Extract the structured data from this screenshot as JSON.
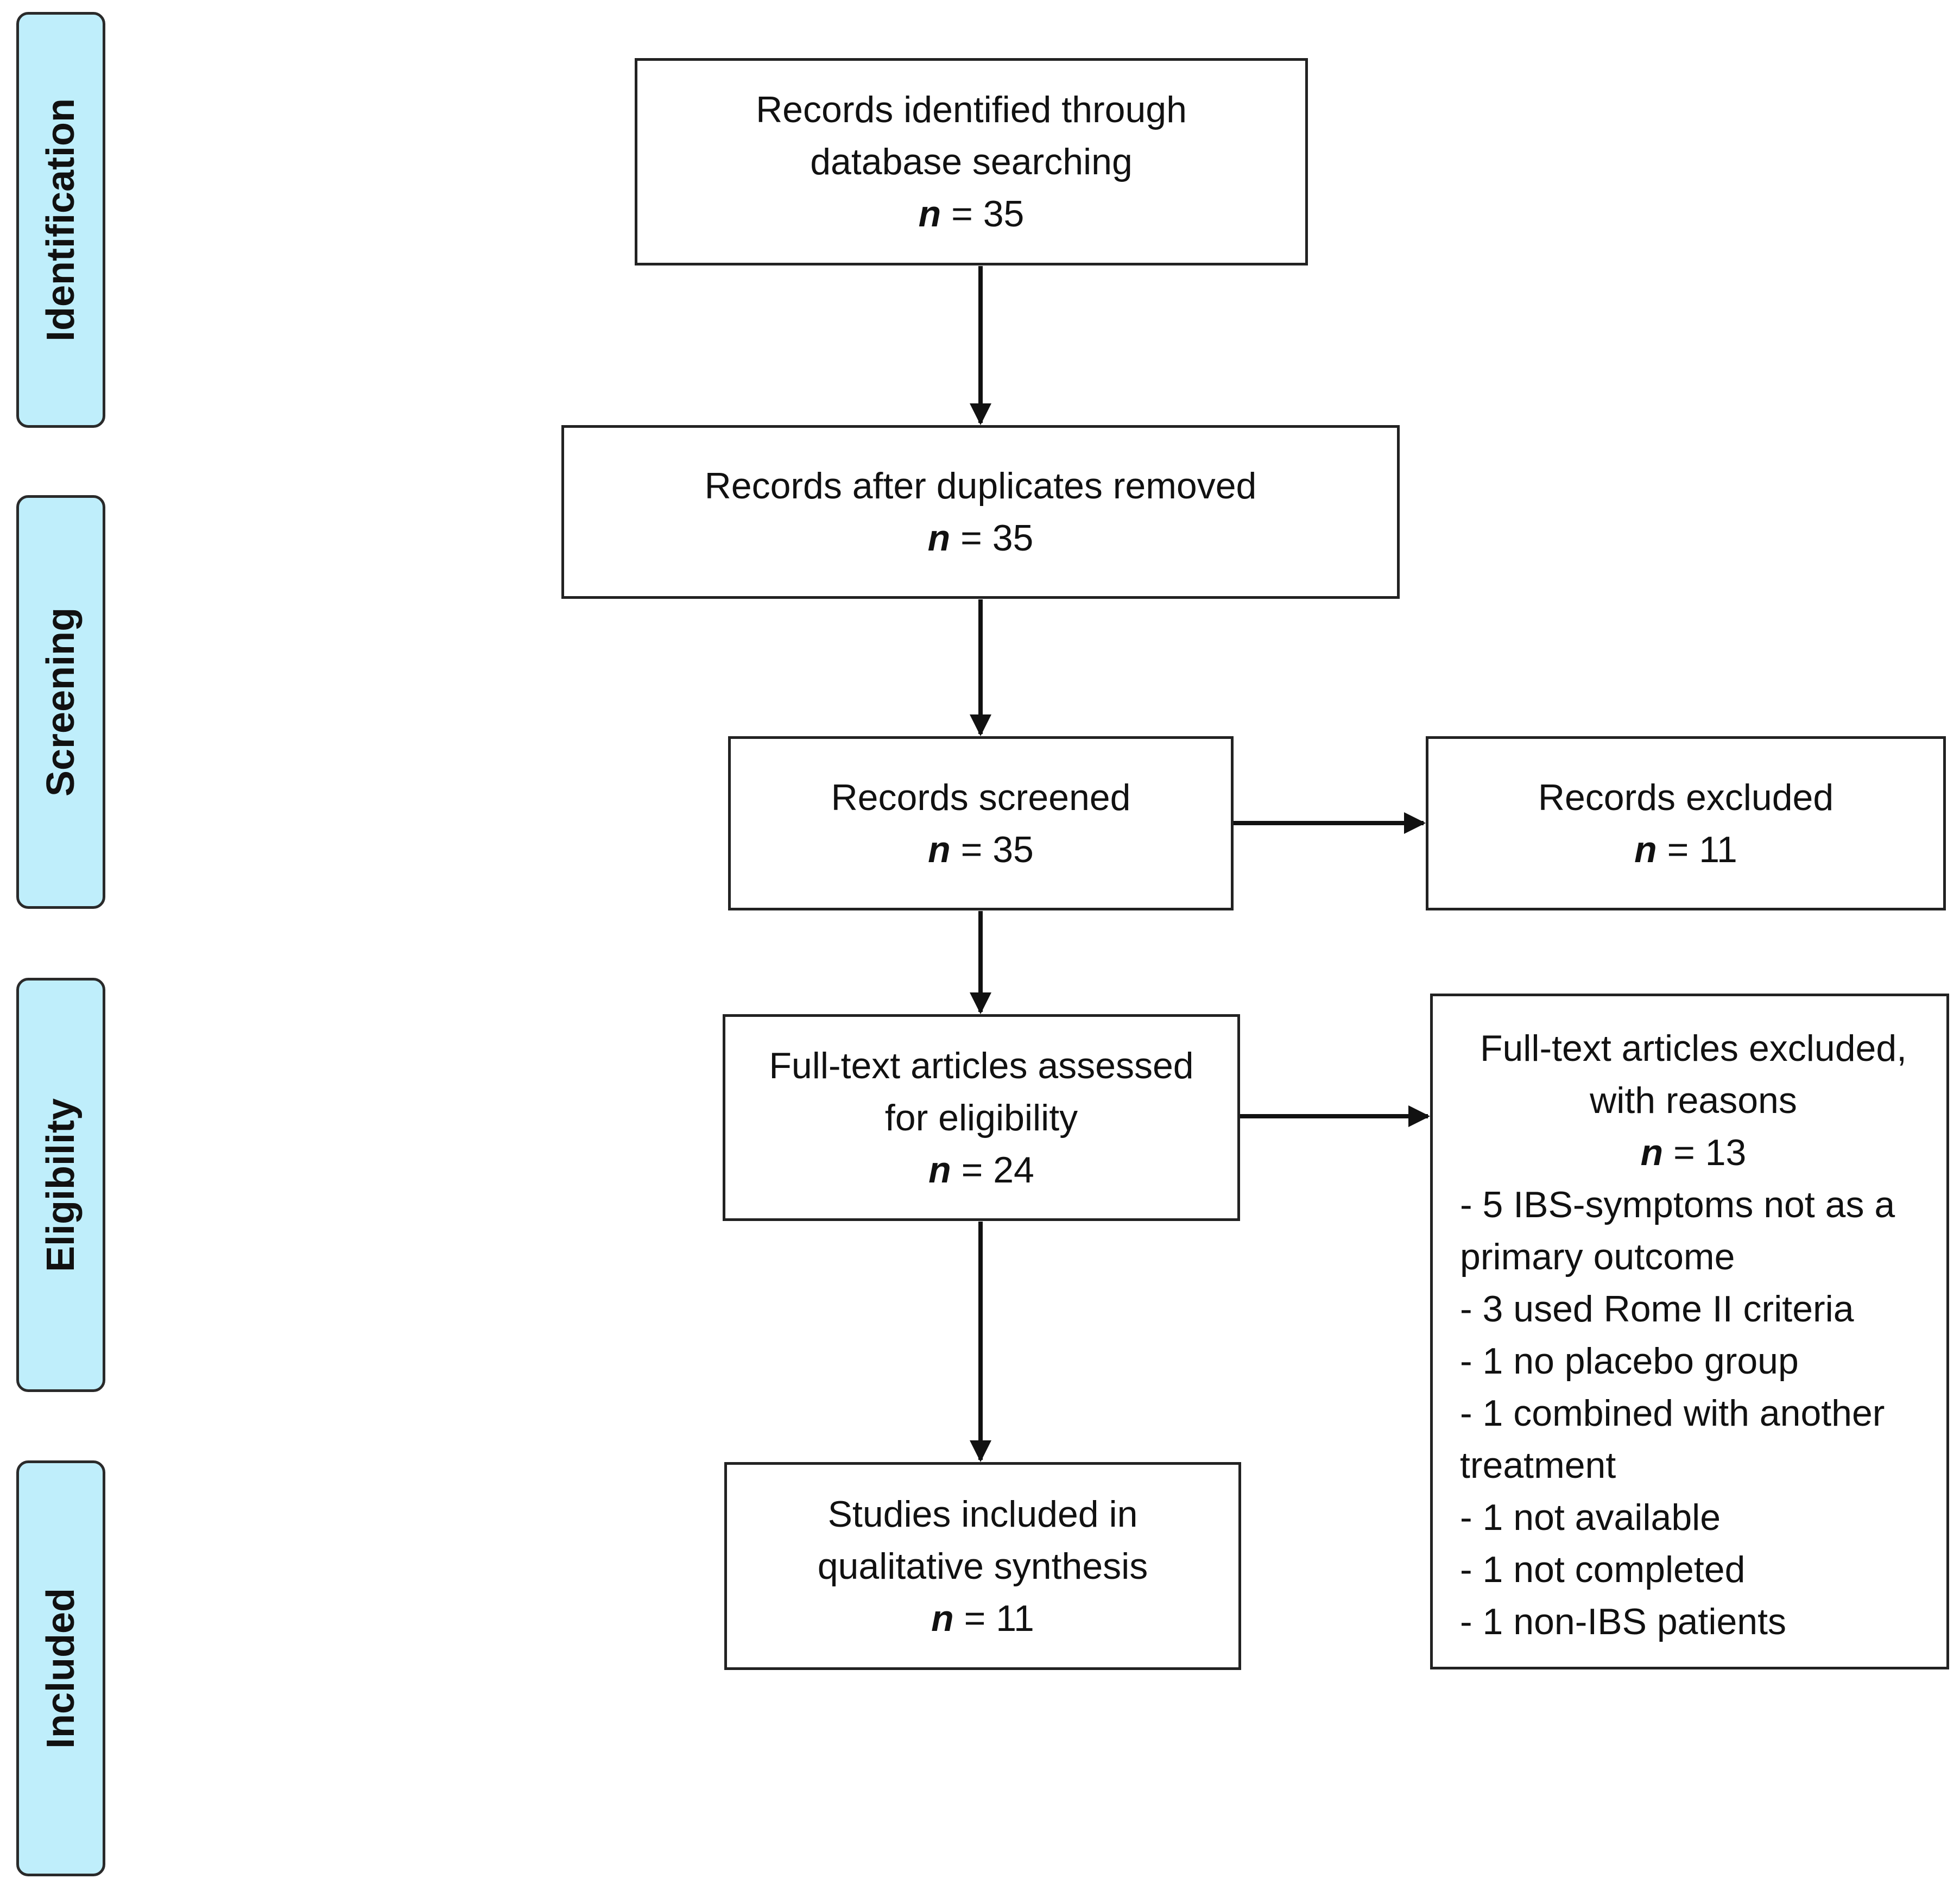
{
  "phases": [
    {
      "label": "Identification"
    },
    {
      "label": "Screening"
    },
    {
      "label": "Eligibility"
    },
    {
      "label": "Included"
    }
  ],
  "boxes": {
    "identified": {
      "lines": [
        "Records identified through",
        "database searching"
      ],
      "n_symbol": "n",
      "n_value": "= 35"
    },
    "duplicates_removed": {
      "lines": [
        "Records after duplicates removed"
      ],
      "n_symbol": "n",
      "n_value": "= 35"
    },
    "screened": {
      "lines": [
        "Records screened"
      ],
      "n_symbol": "n",
      "n_value": "= 35"
    },
    "excluded": {
      "lines": [
        "Records excluded"
      ],
      "n_symbol": "n",
      "n_value": "= 11"
    },
    "full_text_assessed": {
      "lines": [
        "Full-text articles assessed",
        "for eligibility"
      ],
      "n_symbol": "n",
      "n_value": "= 24"
    },
    "full_text_excluded": {
      "lines": [
        "Full-text articles excluded,",
        "with reasons"
      ],
      "n_symbol": "n",
      "n_value": "= 13",
      "reasons": [
        "- 5 IBS-symptoms not as a",
        "primary outcome",
        "- 3 used Rome II criteria",
        "- 1 no placebo group",
        "- 1 combined with another",
        "treatment",
        "- 1 not available",
        "- 1 not completed",
        "- 1 non-IBS patients"
      ]
    },
    "included": {
      "lines": [
        "Studies included in",
        "qualitative synthesis"
      ],
      "n_symbol": "n",
      "n_value": "= 11"
    }
  },
  "colors": {
    "phase_fill": "#bfeefb",
    "border": "#222222",
    "arrow": "#111111"
  }
}
